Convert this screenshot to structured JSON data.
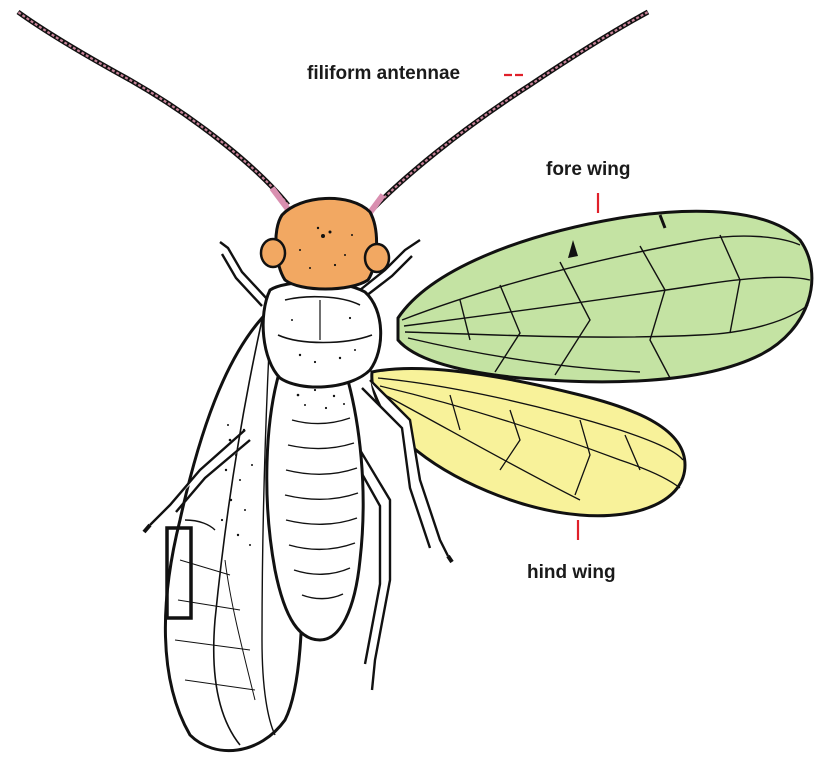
{
  "labels": {
    "antennae": "filiform antennae",
    "fore_wing": "fore wing",
    "hind_wing": "hind wing"
  },
  "colors": {
    "head": "#f2a862",
    "antennae": "#c9849a",
    "fore_wing": "#c4e3a3",
    "hind_wing": "#f8f29a",
    "leader_line": "#e0202a",
    "outline": "#111111"
  }
}
